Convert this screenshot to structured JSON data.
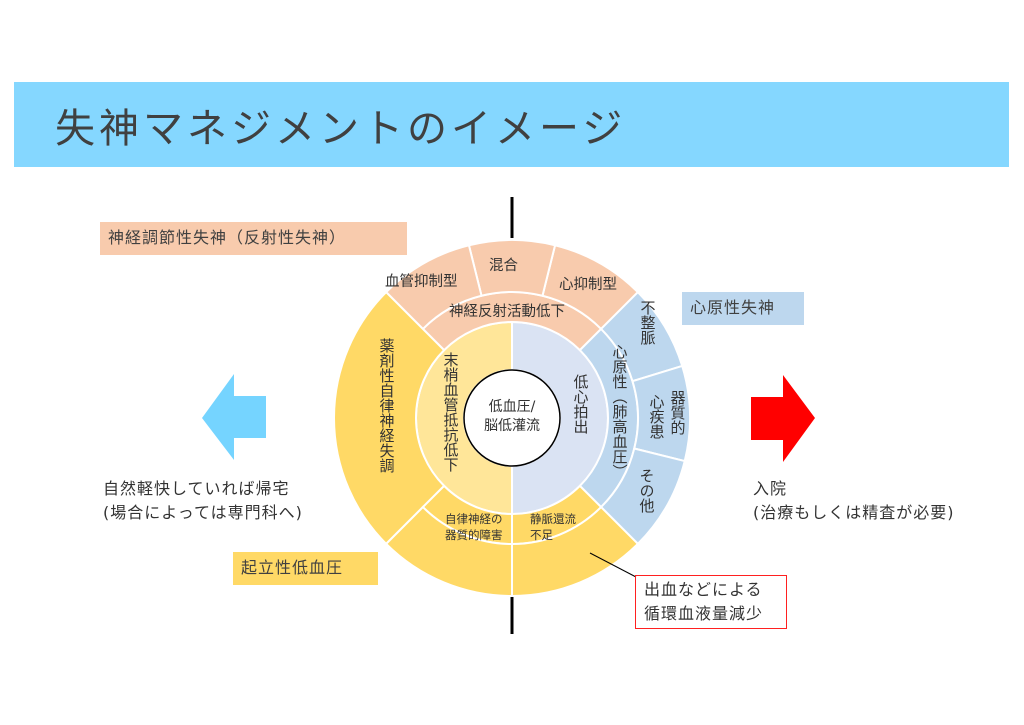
{
  "title": "失神マネジメントのイメージ",
  "categories": {
    "reflex": "神経調節性失神（反射性失神）",
    "orthostatic": "起立性低血圧",
    "cardiac": "心原性失神"
  },
  "ring": {
    "center": [
      "低血圧/",
      "脳低灌流"
    ],
    "inner_left": "末梢血管抵抗低下",
    "inner_right": "低心拍出",
    "reflex_middle": "神経反射活動低下",
    "reflex_outer": [
      "血管抑制型",
      "混合",
      "心抑制型"
    ],
    "cardiac_middle": "心原性（肺高血圧）",
    "cardiac_outer": {
      "arrhythmia": "不整脈",
      "structural_a": "器質的",
      "structural_b": "心疾患",
      "other": "その他"
    },
    "orthostatic_left": "薬剤性自律神経失調",
    "orthostatic_bottom_left": [
      "自律神経の",
      "器質的障害"
    ],
    "orthostatic_bottom_right": [
      "静脈還流",
      "不足"
    ]
  },
  "left_outcome": [
    "自然軽快していれば帰宅",
    "(場合によっては専門科へ)"
  ],
  "right_outcome": [
    "入院",
    "(治療もしくは精査が必要)"
  ],
  "callout": [
    "出血などによる",
    "循環血液量減少"
  ],
  "colors": {
    "title_bg": "#85D7FF",
    "peach": "#F8CBAD",
    "yellow": "#FFD966",
    "light_yellow": "#FFE699",
    "blue": "#BDD7EE",
    "lavender": "#DAE3F3",
    "left_arrow": "#75D4FF",
    "right_arrow": "#FF0000"
  }
}
